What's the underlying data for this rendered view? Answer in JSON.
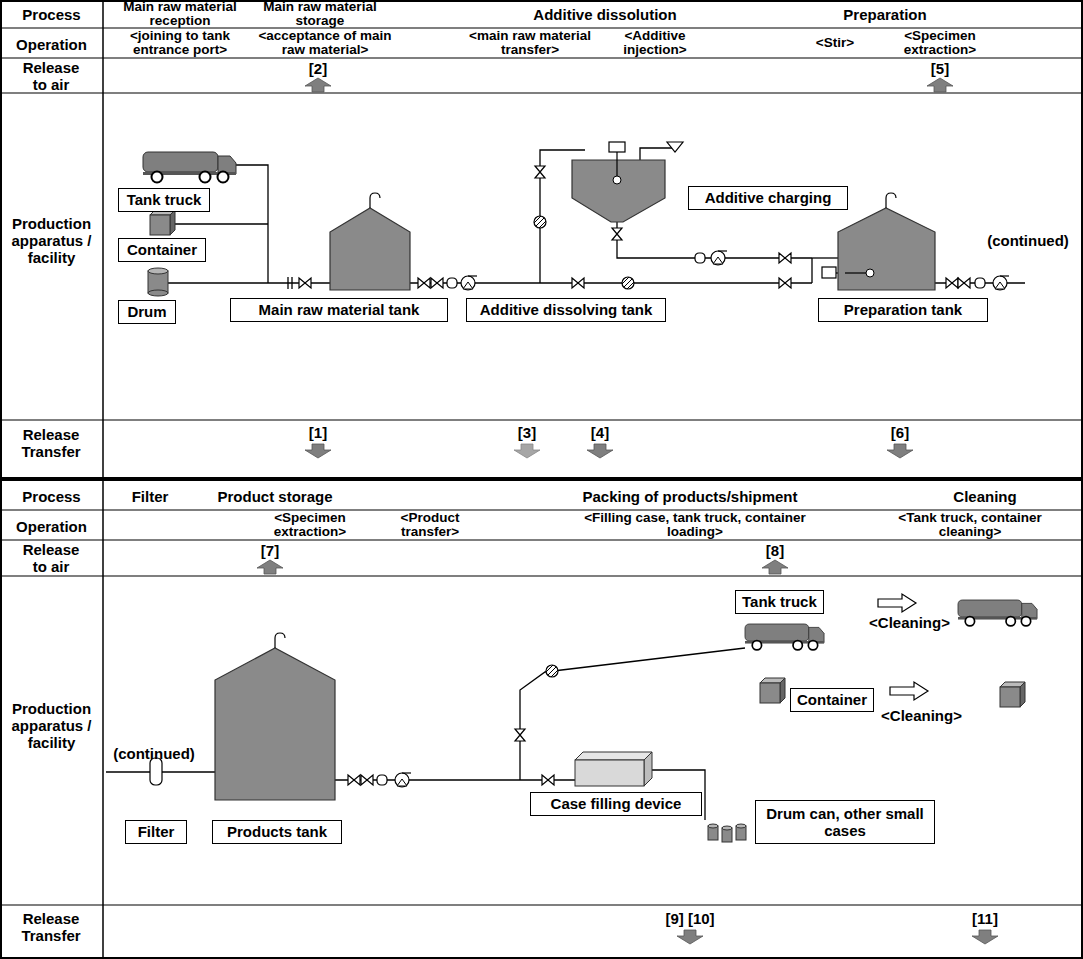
{
  "diagram": {
    "nodes": [
      {
        "text": [
          "Tank truck"
        ]
      },
      {
        "text": [
          "Container"
        ]
      },
      {
        "text": [
          "Drum"
        ]
      },
      {
        "text": [
          "Main raw material tank"
        ]
      },
      {
        "text": [
          "Additive charging"
        ]
      },
      {
        "text": [
          "Additive dissolving tank"
        ]
      },
      {
        "text": [
          "Preparation tank"
        ]
      },
      {
        "text": [
          "Filter"
        ]
      },
      {
        "text": [
          "Products tank"
        ]
      },
      {
        "text": [
          "Tank truck"
        ]
      },
      {
        "text": [
          "Container"
        ]
      },
      {
        "text": [
          "Case filling device"
        ]
      },
      {
        "text": [
          "Drum can, other small cases"
        ]
      }
    ],
    "labels": [
      "Process",
      "Main raw material reception",
      "Main raw material storage",
      "Additive dissolution",
      "Preparation",
      "Operation",
      "<joining to tank entrance port>",
      "<acceptance of main raw material>",
      "<main raw material transfer>",
      "<Additive injection>",
      "<Stir>",
      "<Specimen extraction>",
      "Release to air",
      "[2]",
      "[5]",
      "Production apparatus / facility",
      "(continued)",
      "Release Transfer",
      "[1]",
      "[3]",
      "[4]",
      "[6]",
      "Process",
      "Filter",
      "Product storage",
      "Packing of products/shipment",
      "Cleaning",
      "Operation",
      "<Specimen extraction>",
      "<Product transfer>",
      "<Filling case, tank truck, container loading>",
      "<Tank truck, container cleaning>",
      "Release to air",
      "[7]",
      "[8]",
      "Production apparatus / facility",
      "(continued)",
      "<Cleaning>",
      "<Cleaning>",
      "Release Transfer",
      "[9] [10]",
      "[11]"
    ]
  }
}
